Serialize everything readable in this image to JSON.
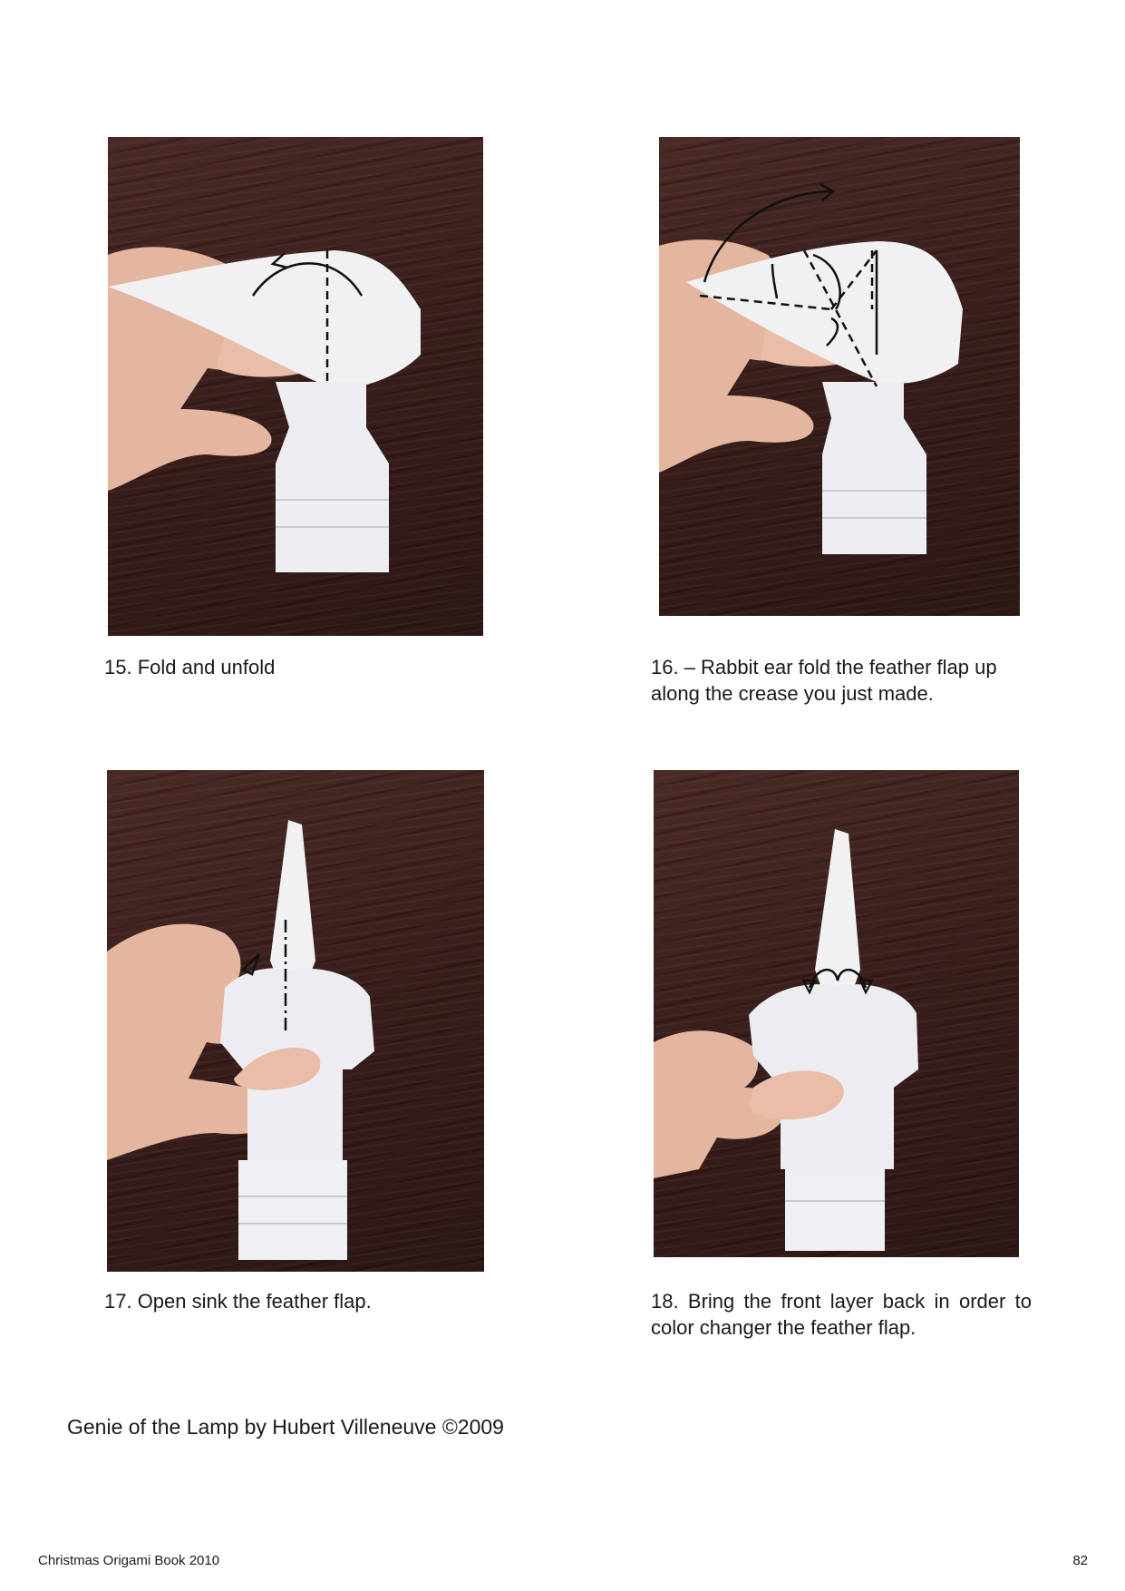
{
  "steps": [
    {
      "caption": "15. Fold and unfold"
    },
    {
      "caption": "16. – Rabbit ear fold the feather flap up along the crease you just made."
    },
    {
      "caption": "17. Open sink the feather flap."
    },
    {
      "caption": "18. Bring the front layer back in order to color changer the feather flap."
    }
  ],
  "credit": "Genie of the Lamp by Hubert Villeneuve ©2009",
  "footer": {
    "book_title": "Christmas Origami Book 2010",
    "page_number": "82"
  }
}
